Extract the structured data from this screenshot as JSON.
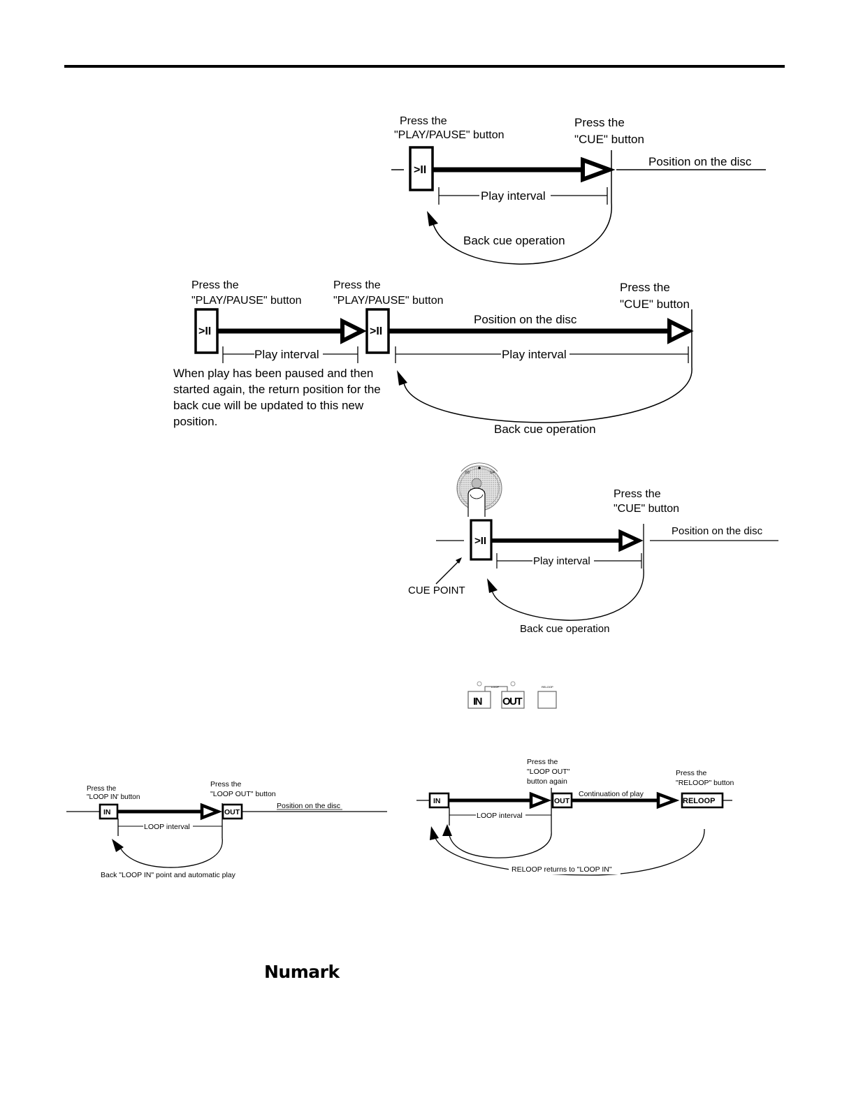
{
  "diagram_back_cue": {
    "press_play_line1": "Press the",
    "press_play_line2": "\"PLAY/PAUSE\" button",
    "press_cue_line1": "Press the",
    "press_cue_line2": "\"CUE\" button",
    "position_label": "Position on the disc",
    "play_button_glyph": ">II",
    "play_interval": "Play interval",
    "back_cue": "Back cue operation"
  },
  "diagram_pause_restart": {
    "press_play1_line1": "Press the",
    "press_play1_line2": "\"PLAY/PAUSE\" button",
    "press_play2_line1": "Press the",
    "press_play2_line2": "\"PLAY/PAUSE\" button",
    "press_cue_line1": "Press the",
    "press_cue_line2": "\"CUE\" button",
    "position_label": "Position on the disc",
    "play_button_glyph": ">II",
    "play_interval_1": "Play interval",
    "play_interval_2": "Play interval",
    "back_cue": "Back cue operation",
    "note_lines": [
      "When play has been paused and then",
      "started again, the return position for the",
      "back cue will be updated to this new",
      "position."
    ]
  },
  "diagram_cue_point": {
    "press_cue_line1": "Press the",
    "press_cue_line2": "\"CUE\" button",
    "position_label": "Position on the disc",
    "play_button_glyph": ">II",
    "play_interval": "Play interval",
    "cue_point": "CUE POINT",
    "back_cue": "Back cue operation",
    "jog_icon": "finger-on-jog-wheel"
  },
  "loop_panel": {
    "in_label": "IN",
    "out_label": "OUT",
    "loop_label": "LOOP",
    "reloop_label": "RELOOP"
  },
  "diagram_loop": {
    "press_in_line1": "Press the",
    "press_in_line2": "\"LOOP IN' button",
    "press_out_line1": "Press the",
    "press_out_line2": "\"LOOP OUT\" button",
    "position_label": "Position on the disc",
    "in_label": "IN",
    "out_label": "OUT",
    "loop_interval": "LOOP interval",
    "back_loop": "Back \"LOOP IN\" point and automatic play"
  },
  "diagram_reloop": {
    "press_out_line1": "Press the",
    "press_out_line2": "\"LOOP OUT\"",
    "press_out_line3": "button again",
    "press_reloop_line1": "Press the",
    "press_reloop_line2": "\"RELOOP\" button",
    "continuation": "Continuation of play",
    "in_label": "IN",
    "out_label": "OUT",
    "reloop_label": "RELOOP",
    "loop_interval": "LOOP interval",
    "reloop_returns": "RELOOP returns to \"LOOP IN\""
  },
  "footer": {
    "brand": "Numark"
  }
}
